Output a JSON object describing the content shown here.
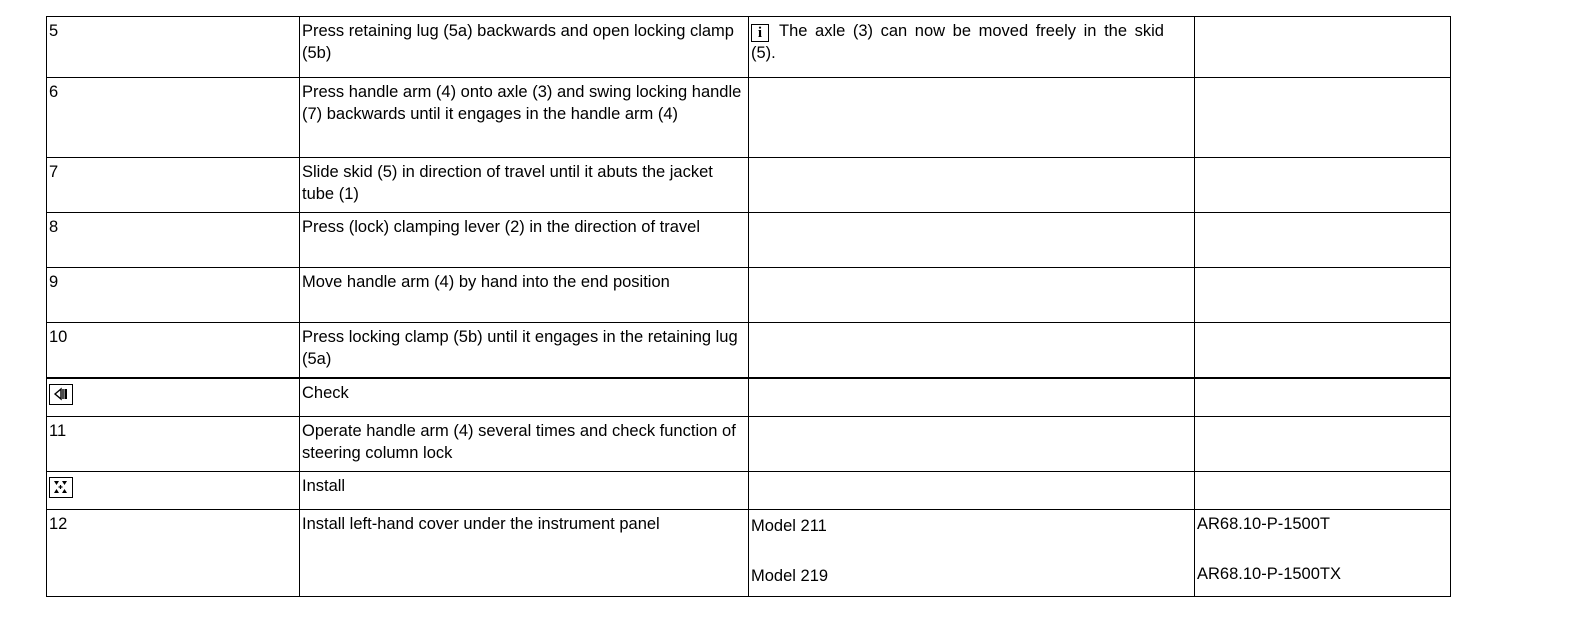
{
  "steps": [
    {
      "number": "5",
      "action": "Press retaining lug (5a) backwards and open locking clamp (5b)",
      "note_icon": "info-icon",
      "note_icon_glyph": "i",
      "note": "The axle  (3) can  now be moved freely  in the skid (5)."
    },
    {
      "number": "6",
      "action": "Press handle arm (4) onto axle (3) and swing locking handle (7) backwards until it engages in the handle arm (4)"
    },
    {
      "number": "7",
      "action": "Slide skid (5) in direction of travel until it abuts the jacket tube (1)"
    },
    {
      "number": "8",
      "action": "Press (lock) clamping lever (2) in the direction of travel"
    },
    {
      "number": "9",
      "action": "Move handle arm (4) by hand into the end position"
    },
    {
      "number": "10",
      "action": "Press locking clamp (5b) until it engages in the retaining lug (5a)"
    },
    {
      "icon": "check-icon",
      "action": "Check"
    },
    {
      "number": "11",
      "action": "Operate handle arm (4) several times and check function of steering column lock"
    },
    {
      "icon": "install-icon",
      "action": "Install"
    },
    {
      "number": "12",
      "action": "Install left-hand cover under the instrument panel",
      "models": [
        {
          "model": "Model 211",
          "reference": "AR68.10-P-1500T"
        },
        {
          "model": "Model 219",
          "reference": "AR68.10-P-1500TX"
        }
      ]
    }
  ]
}
